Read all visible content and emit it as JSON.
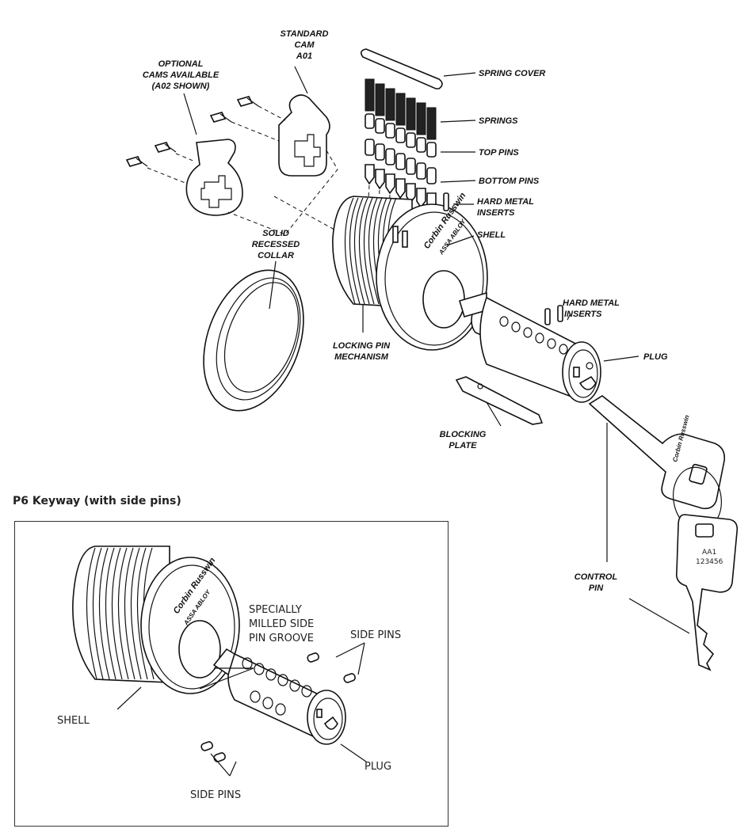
{
  "labels": {
    "standard_cam": [
      "STANDARD",
      "CAM",
      "A01"
    ],
    "optional_cams": [
      "OPTIONAL",
      "CAMS AVAILABLE",
      "(A02 SHOWN)"
    ],
    "spring_cover": "SPRING COVER",
    "springs": "SPRINGS",
    "top_pins": "TOP PINS",
    "bottom_pins": "BOTTOM PINS",
    "hard_metal_inserts_top": [
      "HARD METAL",
      "INSERTS"
    ],
    "shell": "SHELL",
    "solid_recessed_collar": [
      "SOLID",
      "RECESSED",
      "COLLAR"
    ],
    "hard_metal_inserts_plug": [
      "HARD METAL",
      "INSERTS"
    ],
    "locking_pin_mechanism": [
      "LOCKING PIN",
      "MECHANISM"
    ],
    "plug": "PLUG",
    "blocking_plate": [
      "BLOCKING",
      "PLATE"
    ],
    "control_pin": [
      "CONTROL",
      "PIN"
    ]
  },
  "brand": {
    "shell_logo": "Corbin Russwin",
    "shell_sub": "ASSA ABLOY",
    "key_tag": [
      "AA1",
      "123456"
    ]
  },
  "inset": {
    "heading": "P6 Keyway (with side pins)",
    "specially_milled": [
      "SPECIALLY",
      "MILLED SIDE",
      "PIN GROOVE"
    ],
    "side_pins_top": "SIDE PINS",
    "shell": "SHELL",
    "side_pins_bottom": "SIDE PINS",
    "plug": "PLUG"
  }
}
